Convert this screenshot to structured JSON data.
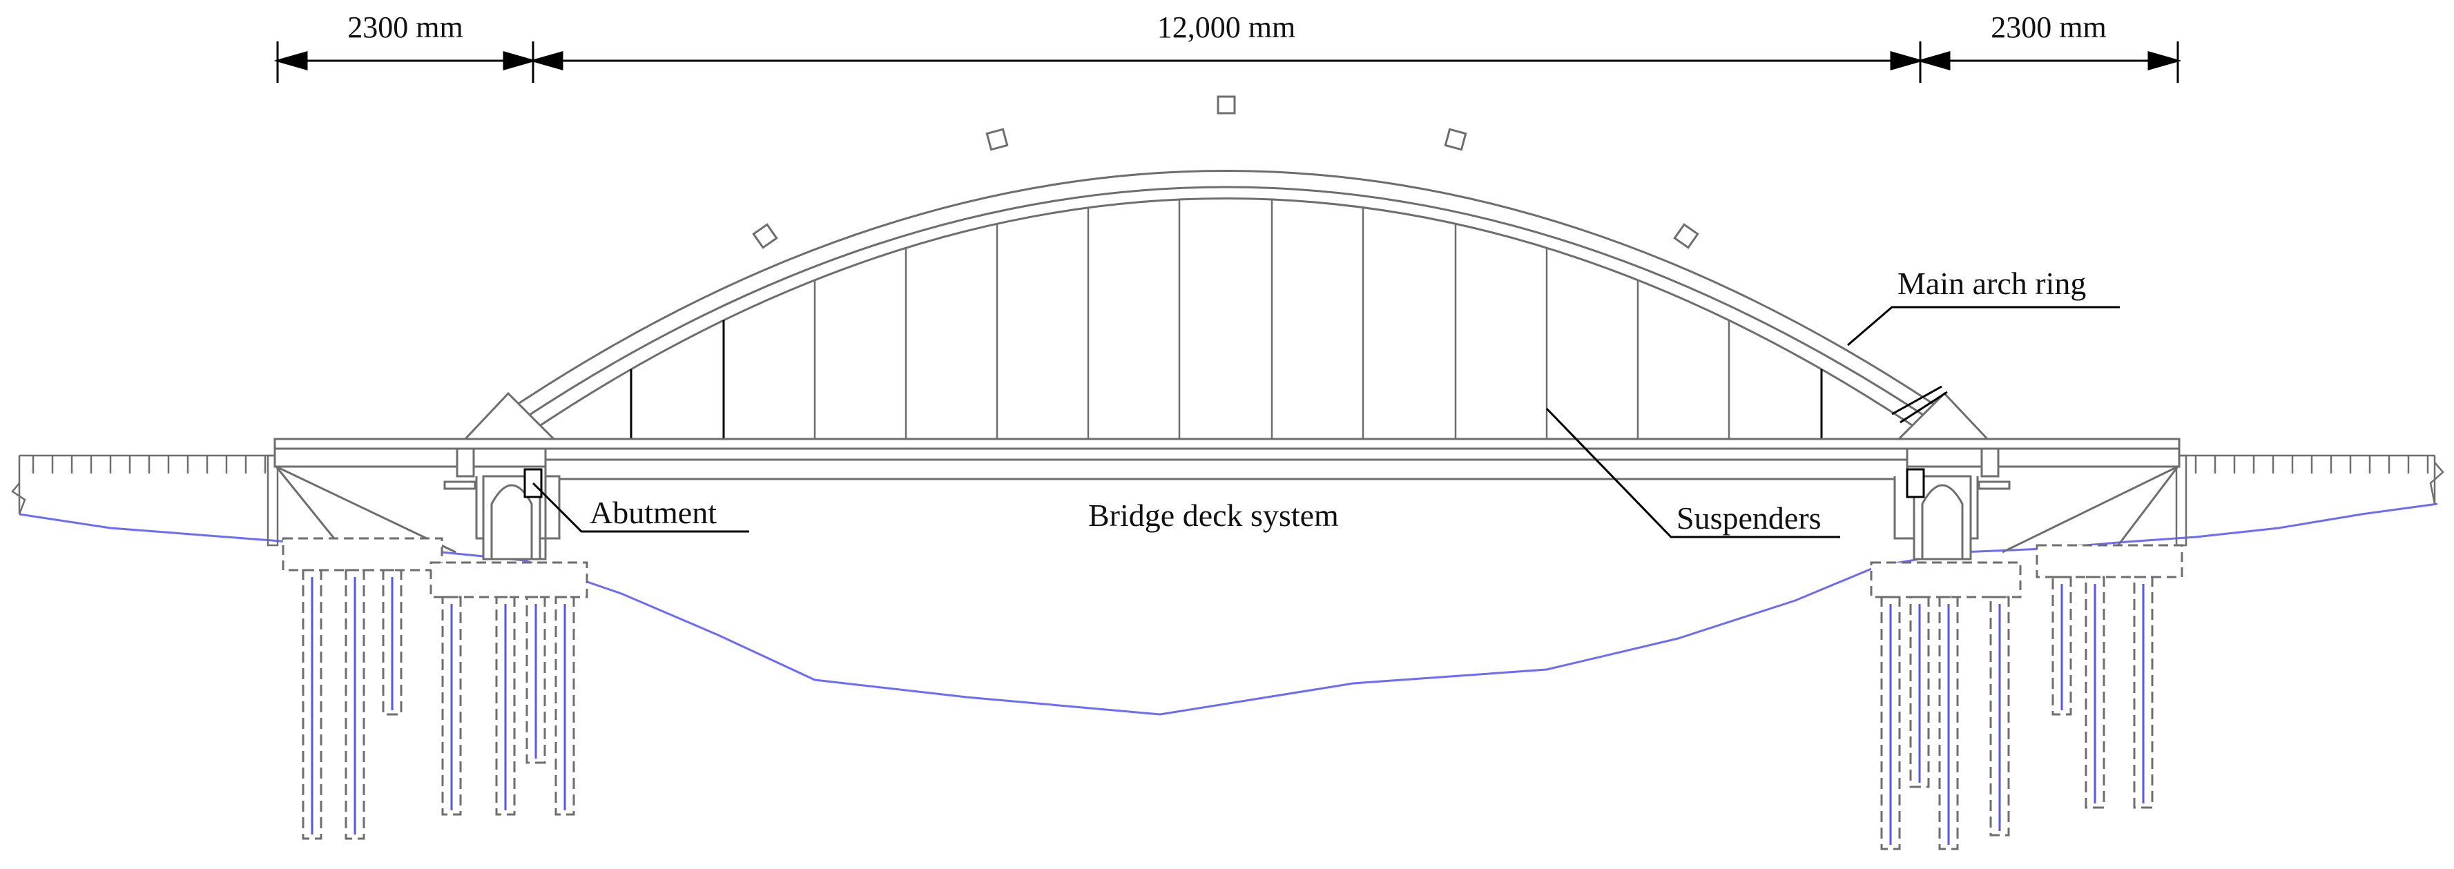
{
  "dimensions": {
    "left_span": "2300 mm",
    "main_span": "12,000 mm",
    "right_span": "2300 mm"
  },
  "labels": {
    "main_arch_ring": "Main arch ring",
    "abutment": "Abutment",
    "bridge_deck_system": "Bridge deck system",
    "suspenders": "Suspenders"
  },
  "colors": {
    "structure": "#6e6e6e",
    "dimension": "#000000",
    "ground_profile": "#6b6bff",
    "pile_axis": "#5555ff"
  }
}
